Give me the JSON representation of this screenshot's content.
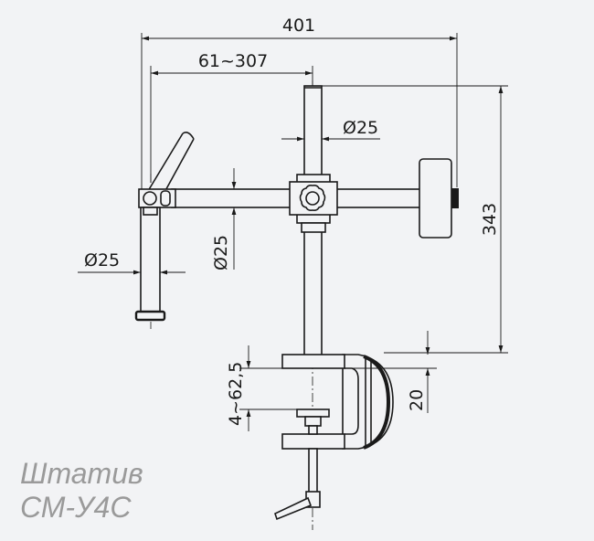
{
  "dimensions": {
    "overall_width": "401",
    "reach": "61~307",
    "rod_diameter_top": "Ø25",
    "rod_diameter_bar": "Ø25",
    "rod_diameter_left": "Ø25",
    "height": "343",
    "clamp_range": "4~62,5",
    "jaw_thickness": "20"
  },
  "title": {
    "line1": "Штатив",
    "line2": "СМ-У4С"
  }
}
